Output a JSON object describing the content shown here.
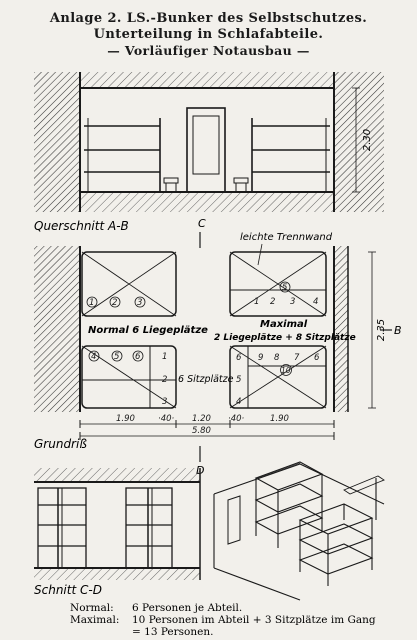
{
  "header": {
    "line1": "Anlage 2.  LS.-Bunker des Selbstschutzes.",
    "line2": "Unterteilung in Schlafabteile.",
    "line3": "— Vorläufiger Notausbau —"
  },
  "labels": {
    "section_ab": "Querschnitt A-B",
    "section_cd": "Schnitt C-D",
    "floor_plan": "Grundriß",
    "partition": "leichte Trennwand",
    "marker_c": "C",
    "marker_d": "D",
    "marker_b": "B",
    "normal_note": "Normal 6 Liegeplätze",
    "max_note_1": "Maximal",
    "max_note_2": "2 Liegeplätze + 8 Sitzplätze",
    "seats_note": "6 Sitzplätze"
  },
  "dimensions": {
    "height_section": "2.30",
    "height_plan": "2.35",
    "left_width": "1.90",
    "left_gap": "·40·",
    "center_width": "1.20",
    "right_gap": "·40·",
    "right_width": "1.90",
    "total_width": "5.80"
  },
  "left_bunks_top": [
    "1",
    "2",
    "3"
  ],
  "left_bunks_bottom": [
    "4",
    "5",
    "6"
  ],
  "left_seats": [
    "1",
    "2",
    "3"
  ],
  "right_bunks_top": [
    "5"
  ],
  "right_seats_top": [
    "1",
    "2",
    "3",
    "4"
  ],
  "right_seats_mid": [
    "6",
    "9",
    "8",
    "7",
    "6"
  ],
  "right_bunks_bottom": [
    "10"
  ],
  "right_seats_side": [
    "5",
    "4"
  ],
  "legend": {
    "normal_label": "Normal:",
    "normal_text": "6 Personen je Abteil.",
    "max_label": "Maximal:",
    "max_text": "10 Personen im Abteil  +  3 Sitzplätze im Gang",
    "max_total": "= 13 Personen."
  }
}
